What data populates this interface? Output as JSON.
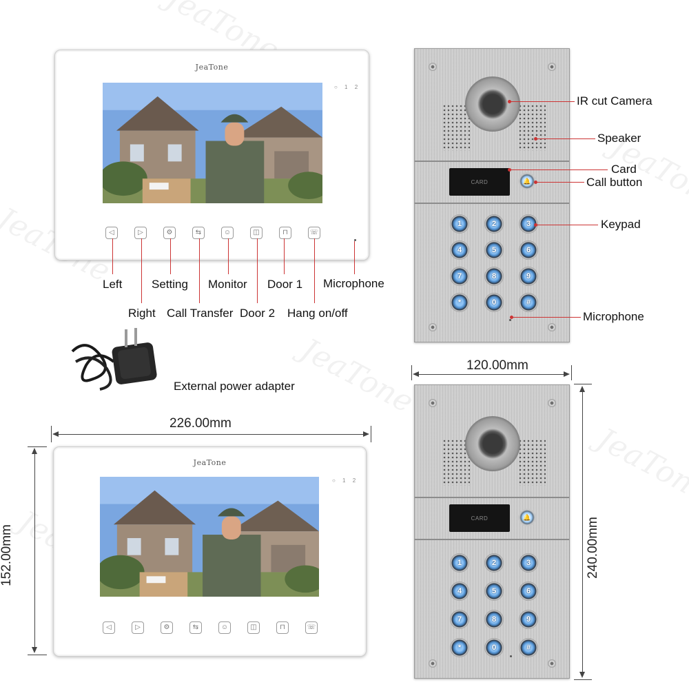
{
  "brand": "JeaTone",
  "watermark": "JeaTone",
  "led_labels": "○ 1 2",
  "monitor_keys": [
    {
      "icon": "left-arrow-icon",
      "glyph": "◁"
    },
    {
      "icon": "right-arrow-icon",
      "glyph": "▷"
    },
    {
      "icon": "gear-icon",
      "glyph": "⚙"
    },
    {
      "icon": "call-transfer-icon",
      "glyph": "⇆"
    },
    {
      "icon": "person-icon",
      "glyph": "☺"
    },
    {
      "icon": "double-door-icon",
      "glyph": "◫"
    },
    {
      "icon": "lock-icon",
      "glyph": "⊓"
    },
    {
      "icon": "handset-icon",
      "glyph": "☏"
    }
  ],
  "monitor_labels": {
    "left": "Left",
    "right": "Right",
    "setting": "Setting",
    "call_transfer": "Call Transfer",
    "monitor": "Monitor",
    "door2": "Door 2",
    "door1": "Door 1",
    "hang": "Hang on/off",
    "microphone": "Microphone"
  },
  "door_labels": {
    "camera": "IR cut Camera",
    "speaker": "Speaker",
    "card": "Card",
    "call_button": "Call button",
    "keypad": "Keypad",
    "microphone": "Microphone"
  },
  "card_text": "CARD",
  "keypad_keys": [
    "1",
    "2",
    "3",
    "4",
    "5",
    "6",
    "7",
    "8",
    "9",
    "*",
    "0",
    "#"
  ],
  "adapter_label": "External power adapter",
  "dimensions": {
    "monitor_width": "226.00mm",
    "monitor_height": "152.00mm",
    "door_width": "120.00mm",
    "door_height": "240.00mm"
  },
  "colors": {
    "annotation_line": "#cc3333",
    "keypad_backlight": "#4f8fcf"
  }
}
